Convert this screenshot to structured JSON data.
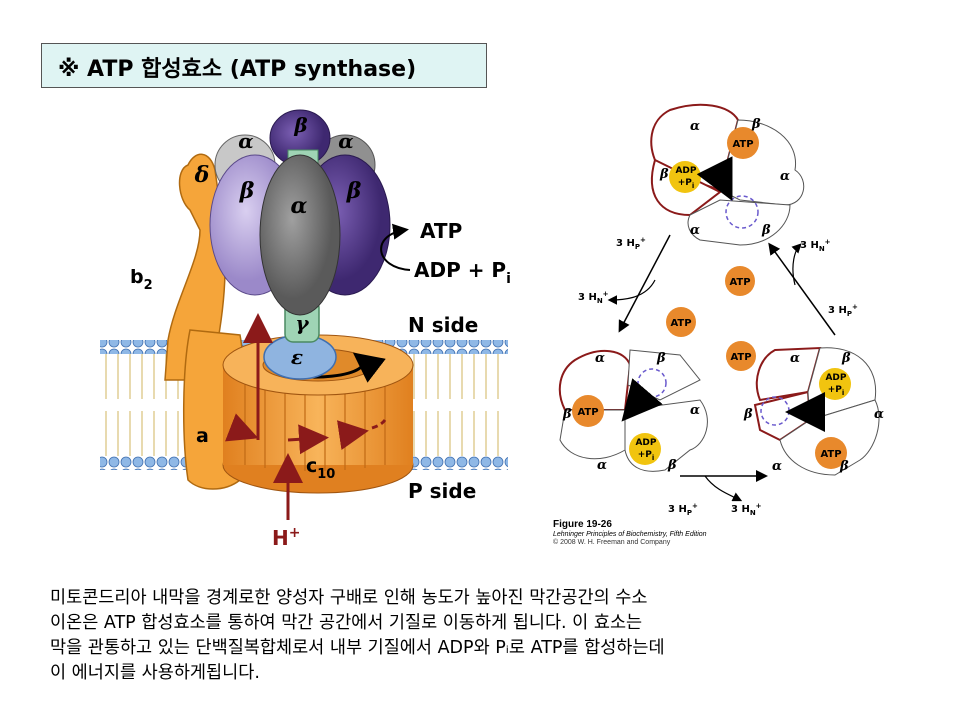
{
  "title": "※ ATP 합성효소 (ATP synthase)",
  "left_figure": {
    "subunits": {
      "alpha": "α",
      "beta": "β",
      "delta": "δ",
      "gamma": "γ",
      "epsilon": "ε",
      "b2_base": "b",
      "b2_sub": "2",
      "a": "a",
      "c10_base": "c",
      "c10_sub": "10"
    },
    "labels": {
      "atp": "ATP",
      "adp_pi_base": "ADP + P",
      "adp_pi_sub": "i",
      "n_side": "N side",
      "p_side": "P side",
      "proton": "H",
      "proton_sup": "+"
    }
  },
  "right_figure": {
    "atp": "ATP",
    "adp": "ADP",
    "pi": "+P",
    "pi_sub": "i",
    "alpha": "α",
    "beta": "β",
    "h_p": "3 H",
    "sub_p": "P",
    "sub_n": "N",
    "sup_plus": "+"
  },
  "caption": {
    "figure": "Figure 19-26",
    "book": "Lehninger Principles of Biochemistry, Fifth Edition",
    "copyright": "© 2008 W. H. Freeman and Company"
  },
  "paragraph_lines": [
    "미토콘드리아 내막을 경계로한 양성자 구배로 인해 농도가 높아진 막간공간의 수소",
    "이온은 ATP 합성효소를 통하여 막간 공간에서 기질로 이동하게 됩니다. 이 효소는",
    "막을 관통하고 있는 단백질복합체로서 내부 기질에서 ADP와 Pᵢ로 ATP를 합성하는데",
    "이 에너지를 사용하게됩니다."
  ],
  "colors": {
    "title_bg": "#dff4f3",
    "orange": "#f5a53a",
    "purple_light": "#b9a9d9",
    "purple_dark": "#5b3f8f",
    "gray": "#8a8a8a",
    "green": "#9fd4b5",
    "blue": "#8fb4e0",
    "dark_red": "#8b1a1a",
    "atp_orange": "#e8892c",
    "arrow_green": "#3c9a3c"
  }
}
